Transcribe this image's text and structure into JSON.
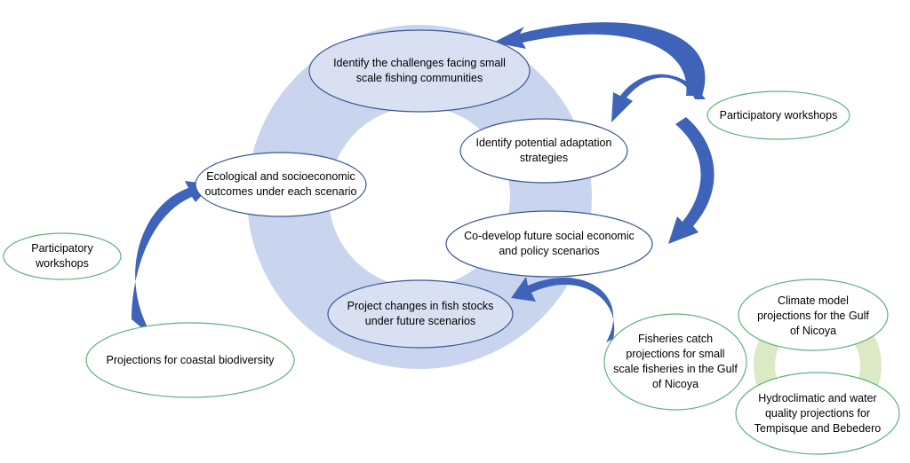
{
  "colors": {
    "blue_ring": "#c9d4ee",
    "blue_stroke": "#3a5795",
    "arrow_fill": "#3e63b8",
    "green_ring": "#dbe9c4",
    "green_stroke": "#5cb37a"
  },
  "nodes": {
    "identify_challenges": "Identify the challenges facing small\nscale fishing communities",
    "identify_adaptation": "Identify potential adaptation\nstrategies",
    "ecological_outcomes": "Ecological and socioeconomic\noutcomes under each scenario",
    "codevelop_scenarios": "Co-develop future social economic\nand policy scenarios",
    "project_fish_stocks": "Project changes in fish stocks\nunder future scenarios",
    "participatory_right": "Participatory workshops",
    "participatory_left": "Participatory\nworkshops",
    "coastal_biodiversity": "Projections for coastal biodiversity",
    "fisheries_catch": "Fisheries catch\nprojections for small\nscale fisheries in the Gulf\nof Nicoya",
    "climate_model": "Climate model\nprojections for the Gulf\nof Nicoya",
    "hydroclimatic": "Hydroclimatic and water\nquality projections for\nTempisque and Bebedero"
  }
}
